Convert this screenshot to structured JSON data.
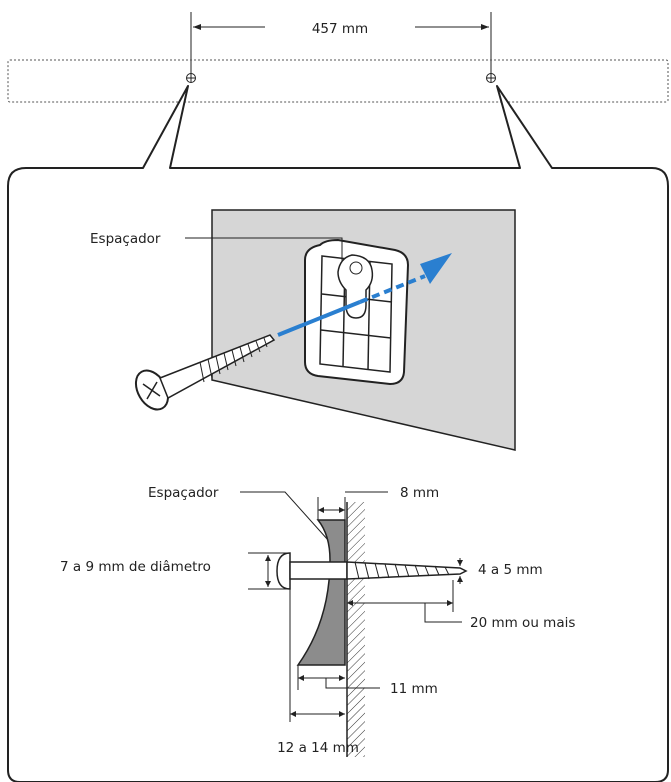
{
  "dimensions": {
    "spacing": "457 mm"
  },
  "upper_view": {
    "spacer_label": "Espaçador"
  },
  "section_view": {
    "spacer_label": "Espaçador",
    "head_diameter": "7 a 9 mm de diâmetro",
    "gap": "8 mm",
    "shank_diameter": "4 a 5 mm",
    "penetration": "20 mm ou mais",
    "spacer_thickness": "11 mm",
    "total_offset": "12 a 14 mm"
  },
  "colors": {
    "wall": "#d6d6d6",
    "arrow": "#2a7fd0",
    "spacer": "#8c8c8c",
    "outline": "#222222"
  }
}
